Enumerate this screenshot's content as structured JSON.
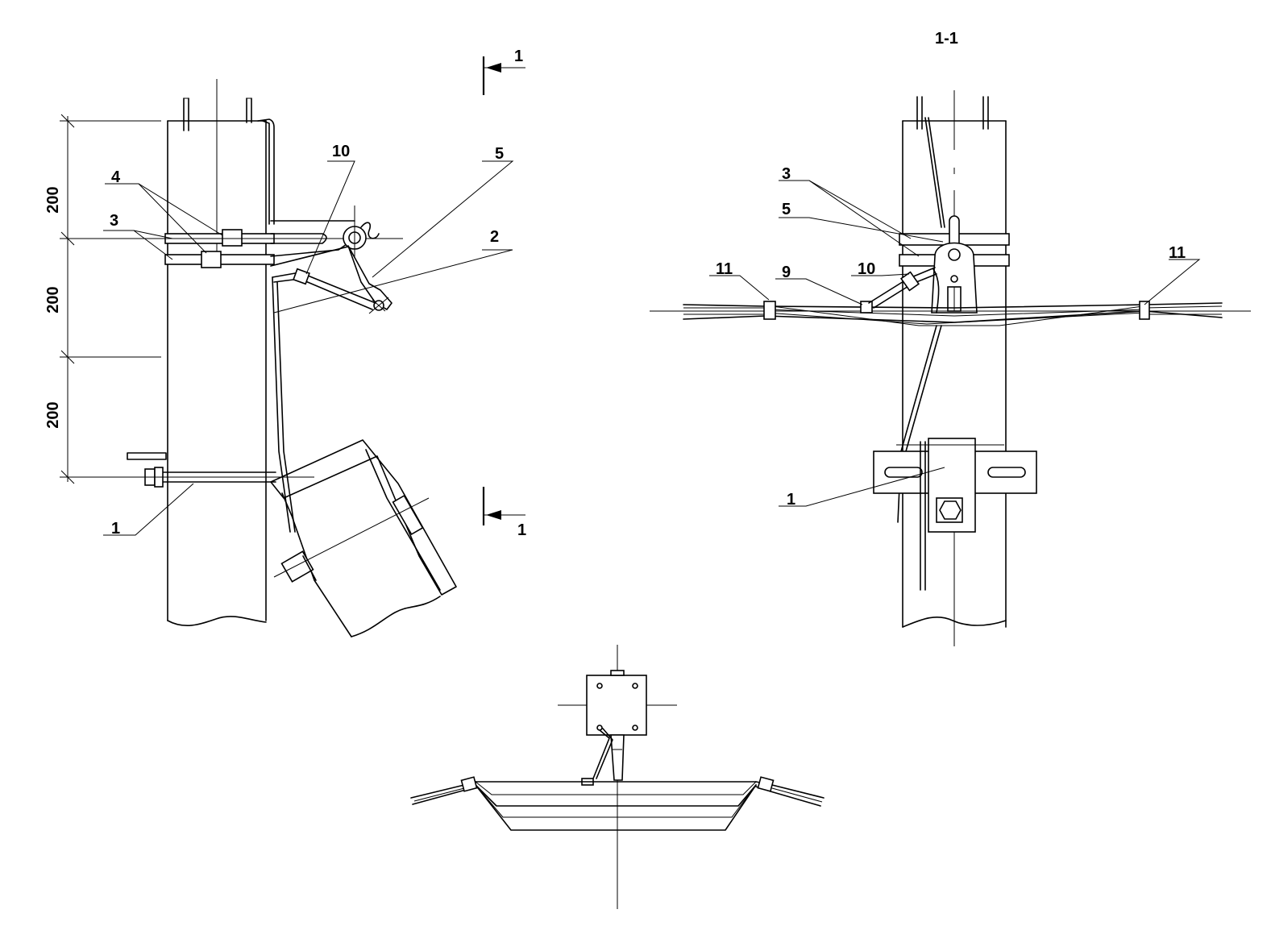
{
  "section_title": "1-1",
  "section_marks": {
    "top": "1",
    "bottom": "1"
  },
  "dimensions": {
    "d1": "200",
    "d2": "200",
    "d3": "200"
  },
  "side_view_labels": {
    "l1": "1",
    "l2": "2",
    "l3": "3",
    "l4": "4",
    "l5": "5",
    "l10": "10"
  },
  "section_view_labels": {
    "l1": "1",
    "l3": "3",
    "l5": "5",
    "l9": "9",
    "l10": "10",
    "l11a": "11",
    "l11b": "11"
  }
}
